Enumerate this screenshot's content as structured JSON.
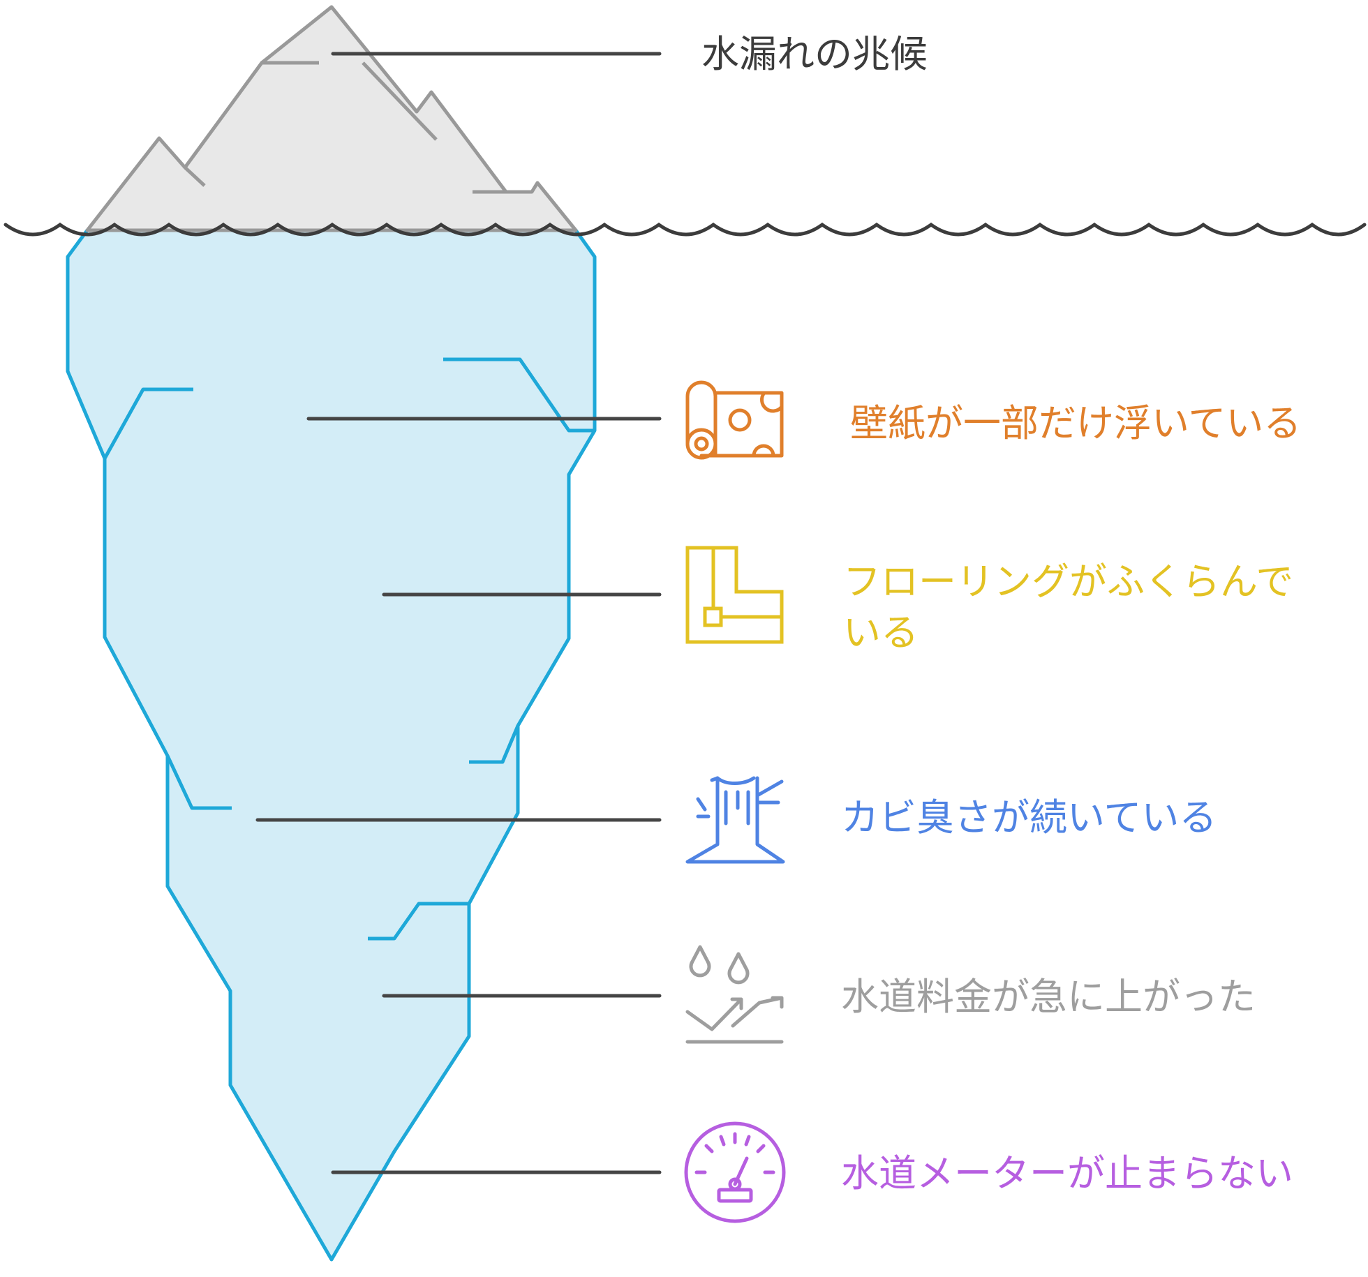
{
  "title": "水漏れの兆候",
  "items": [
    {
      "label": "壁紙が一部だけ浮いている",
      "color": "#e07f2b",
      "icon": "wallpaper-roll-icon"
    },
    {
      "label": "フローリングがふくらんでいる",
      "label_line1": "フローリングがふくらんで",
      "label_line2": "いる",
      "color": "#e3c223",
      "icon": "flooring-icon"
    },
    {
      "label": "カビ臭さが続いている",
      "color": "#4f83e3",
      "icon": "mold-stump-icon"
    },
    {
      "label": "水道料金が急に上がった",
      "color": "#9e9e9e",
      "icon": "water-rising-trend-icon"
    },
    {
      "label": "水道メーターが止まらない",
      "color": "#b65ee0",
      "icon": "water-meter-gauge-icon"
    }
  ],
  "colors": {
    "iceberg_tip_fill": "#e8e8e8",
    "iceberg_tip_stroke": "#999999",
    "iceberg_body_fill": "#d3edf7",
    "iceberg_body_stroke": "#1ea8d8",
    "water_line": "#3c3c3c",
    "leader_line": "#454545",
    "title_text": "#3c3c3c"
  }
}
